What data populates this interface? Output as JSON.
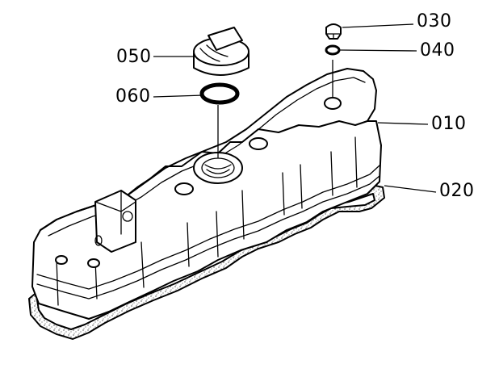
{
  "diagram": {
    "parts": [
      {
        "id": "p030",
        "label": "030",
        "name": "cap nut"
      },
      {
        "id": "p040",
        "label": "040",
        "name": "washer"
      },
      {
        "id": "p050",
        "label": "050",
        "name": "oil filler cap"
      },
      {
        "id": "p060",
        "label": "060",
        "name": "o-ring"
      },
      {
        "id": "p010",
        "label": "010",
        "name": "cylinder head cover"
      },
      {
        "id": "p020",
        "label": "020",
        "name": "gasket"
      }
    ]
  }
}
